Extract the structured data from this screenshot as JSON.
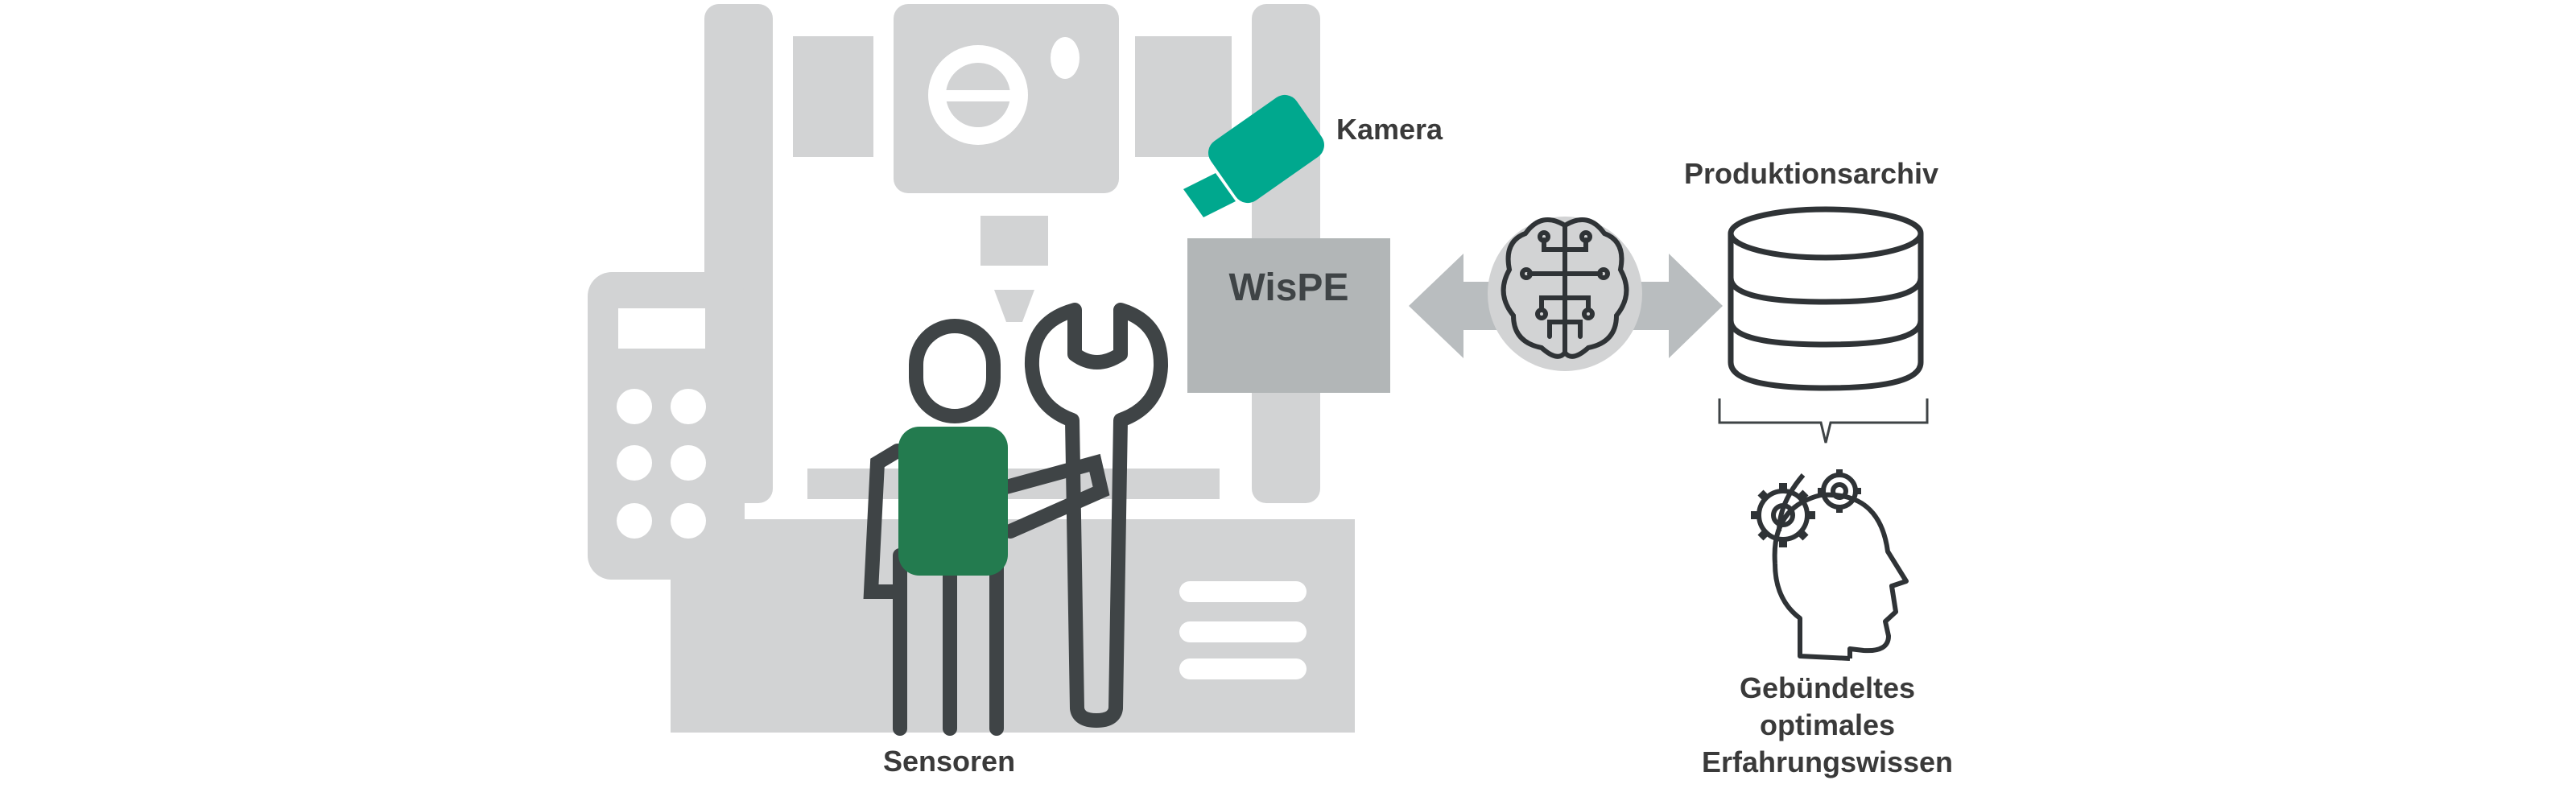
{
  "labels": {
    "camera": "Kamera",
    "archive": "Produktionsarchiv",
    "system": "WisPE",
    "sensors": "Sensoren",
    "knowledge_line1": "Gebündeltes",
    "knowledge_line2": "optimales",
    "knowledge_line3": "Erfahrungswissen"
  },
  "colors": {
    "machine_gray": "#d2d3d4",
    "wispe_box": "#b2b6b7",
    "arrow_gray": "#b9bdbf",
    "camera_teal": "#00a88e",
    "worker_green": "#237b4f",
    "outline_dark": "#3f4446",
    "text": "#3a3a3a"
  },
  "icons": [
    "machine-illustration",
    "camera-icon",
    "worker-icon",
    "wrench-icon",
    "brain-circuit-icon",
    "database-icon",
    "head-gears-icon"
  ]
}
